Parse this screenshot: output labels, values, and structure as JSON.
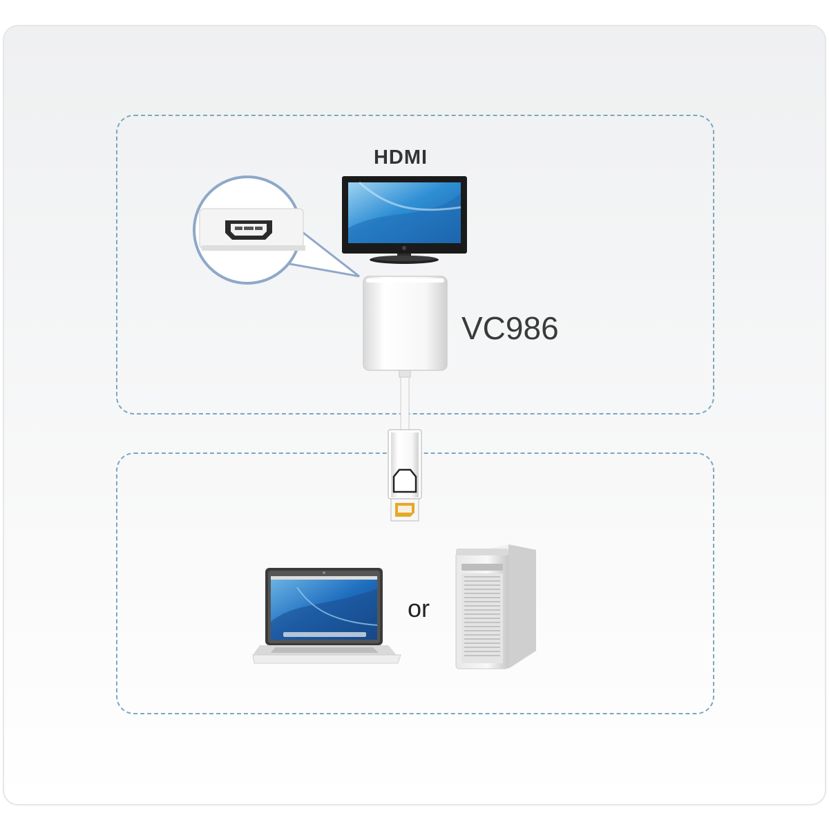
{
  "diagram": {
    "display_label": "HDMI",
    "adapter_label": "VC986",
    "separator_label": "or",
    "icons": [
      "hdmi-port-icon",
      "monitor-icon",
      "adapter-icon",
      "displayport-plug-icon",
      "laptop-icon",
      "desktop-tower-icon"
    ]
  },
  "colors": {
    "dash": "#7aa6c2",
    "screen": "#2f8fd4"
  }
}
